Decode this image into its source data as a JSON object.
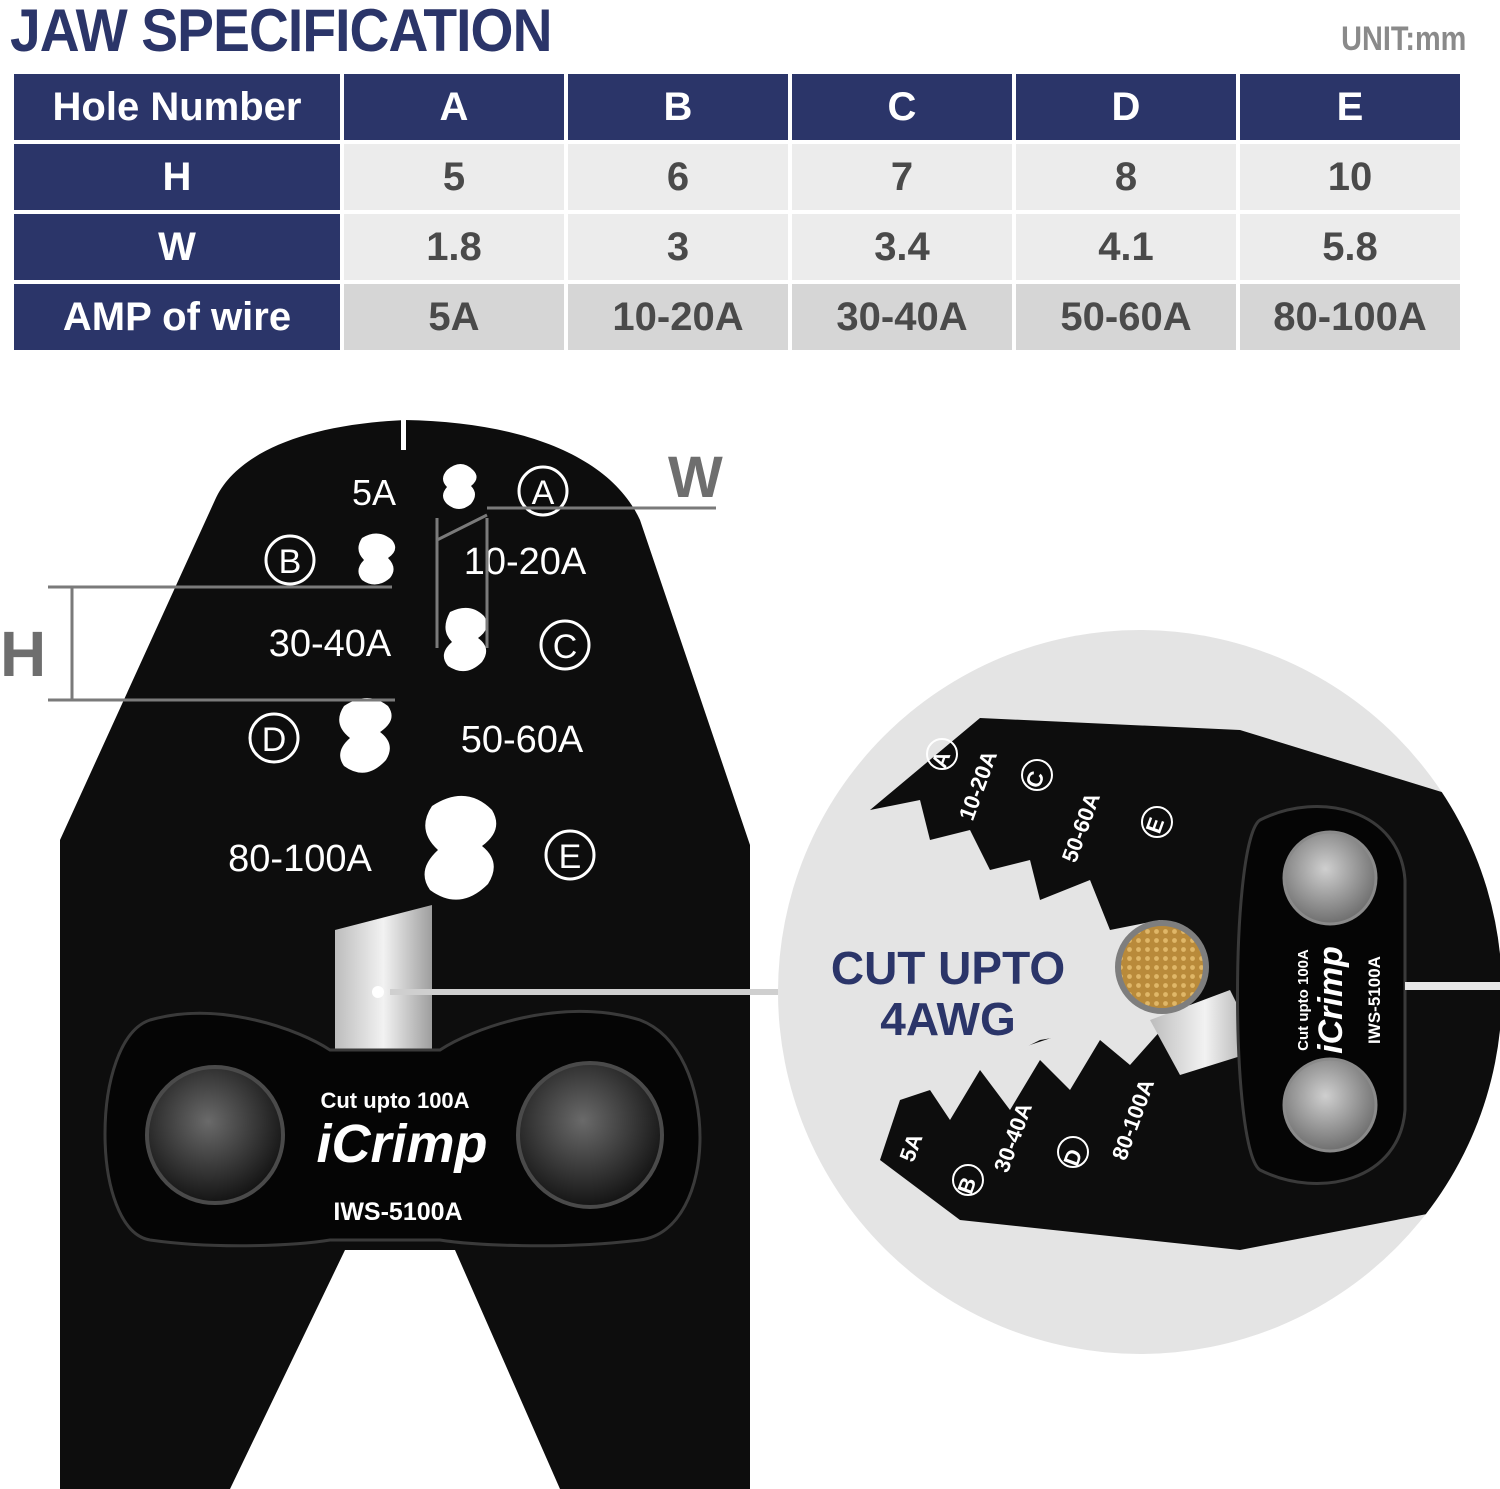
{
  "header": {
    "title": "JAW SPECIFICATION",
    "unit": "UNIT:mm"
  },
  "table": {
    "corner": "Hole Number",
    "columns": [
      "A",
      "B",
      "C",
      "D",
      "E"
    ],
    "rows": [
      {
        "label": "H",
        "values": [
          "5",
          "6",
          "7",
          "8",
          "10"
        ]
      },
      {
        "label": "W",
        "values": [
          "1.8",
          "3",
          "3.4",
          "4.1",
          "5.8"
        ]
      },
      {
        "label": "AMP of wire",
        "values": [
          "5A",
          "10-20A",
          "30-40A",
          "50-60A",
          "80-100A"
        ]
      }
    ]
  },
  "tool": {
    "labels": {
      "amp_a": "5A",
      "amp_b": "10-20A",
      "amp_c": "30-40A",
      "amp_d": "50-60A",
      "amp_e": "80-100A"
    },
    "circles": {
      "a": "A",
      "b": "B",
      "c": "C",
      "d": "D",
      "e": "E"
    },
    "dim_w": "W",
    "dim_h": "H",
    "plate_top": "Cut upto 100A",
    "brand": "iCrimp",
    "model": "IWS-5100A"
  },
  "zoom": {
    "callout_line1": "CUT UPTO",
    "callout_line2": "4AWG",
    "labels_top": [
      "A",
      "10-20A",
      "C",
      "50-60A",
      "E"
    ],
    "labels_bottom": [
      "5A",
      "B",
      "30-40A",
      "D",
      "80-100A"
    ],
    "plate_top": "Cut upto 100A",
    "brand": "iCrimp",
    "model": "IWS-5100A"
  },
  "colors": {
    "navy": "#2b3569",
    "cell": "#ececec",
    "amp_cell": "#d6d6d6",
    "tool": "#0d0d0d",
    "copper": "#c79a45"
  }
}
